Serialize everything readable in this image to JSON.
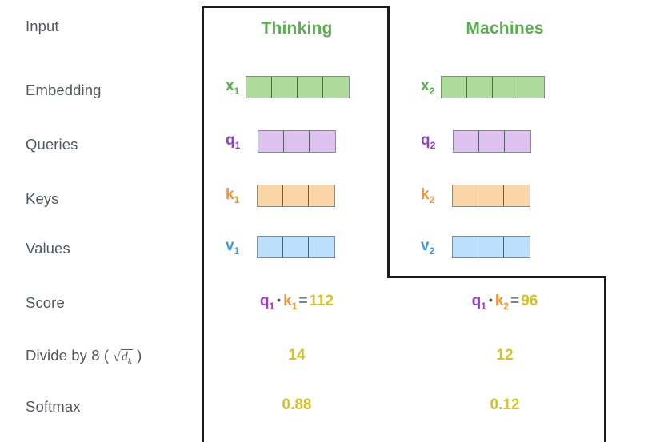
{
  "rows": [
    {
      "label": "Input"
    },
    {
      "label": "Embedding"
    },
    {
      "label": "Queries"
    },
    {
      "label": "Keys"
    },
    {
      "label": "Values"
    },
    {
      "label": "Score"
    },
    {
      "label": "Divide by 8 (",
      "math_sqrt": "√",
      "math_var": "d",
      "math_sub": "k",
      "label_close": ")"
    },
    {
      "label": "Softmax"
    }
  ],
  "columns": [
    {
      "title": "Thinking",
      "embedding_label": "x",
      "embedding_sub": "1",
      "embedding_cells": 4,
      "query_label": "q",
      "query_sub": "1",
      "query_cells": 3,
      "key_label": "k",
      "key_sub": "1",
      "key_cells": 3,
      "value_label": "v",
      "value_sub": "1",
      "value_cells": 3,
      "score_q": "q",
      "score_q_sub": "1",
      "score_dot": "•",
      "score_k": "k",
      "score_k_sub": "1",
      "score_eq": "=",
      "score_value": "112",
      "divide_value": "14",
      "softmax_value": "0.88"
    },
    {
      "title": "Machines",
      "embedding_label": "x",
      "embedding_sub": "2",
      "embedding_cells": 4,
      "query_label": "q",
      "query_sub": "2",
      "query_cells": 3,
      "key_label": "k",
      "key_sub": "2",
      "key_cells": 3,
      "value_label": "v",
      "value_sub": "2",
      "value_cells": 3,
      "score_q": "q",
      "score_q_sub": "1",
      "score_dot": "•",
      "score_k": "k",
      "score_k_sub": "2",
      "score_eq": "=",
      "score_value": "96",
      "divide_value": "12",
      "softmax_value": "0.12"
    }
  ],
  "colors": {
    "embedding": "#aedb9a",
    "query": "#ddc2ef",
    "key": "#fad5a5",
    "value": "#bcdffb",
    "title_text": "#56b14c",
    "query_text": "#9b38d6",
    "key_text": "#f49231",
    "value_text": "#3d9aee",
    "number_text": "#d4c322",
    "label_text": "#4f5761",
    "outline": "#1b1b1b"
  }
}
